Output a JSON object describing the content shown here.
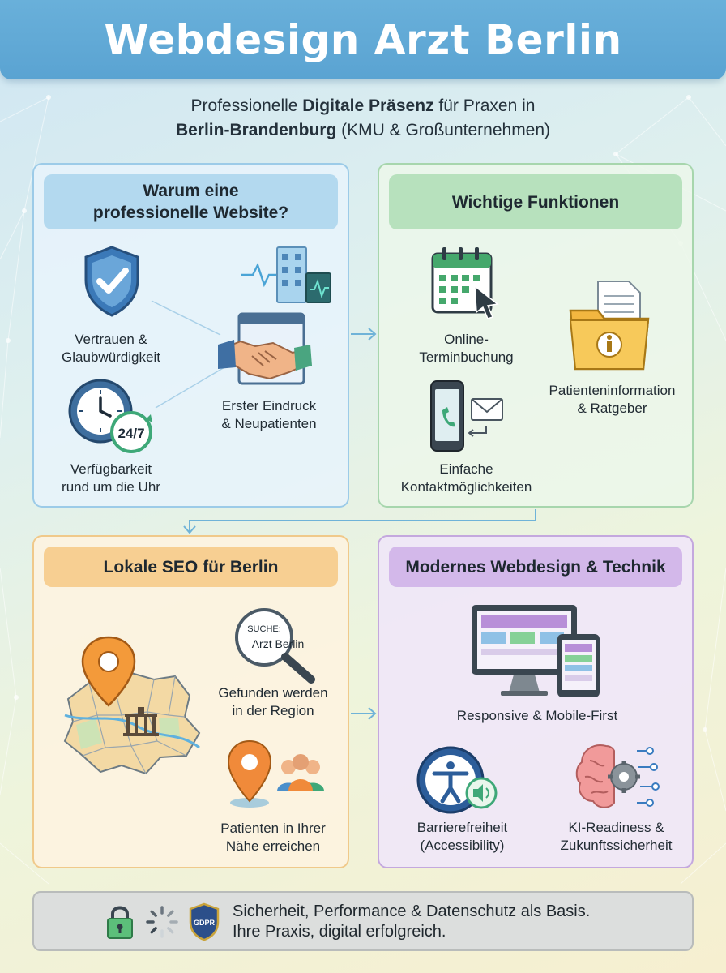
{
  "header": {
    "title": "Webdesign Arzt Berlin"
  },
  "subtitle": {
    "p1": "Professionelle ",
    "b1": "Digitale Präsenz",
    "p2": " für Praxen in",
    "b2": "Berlin-Brandenburg",
    "p3": " (KMU & Großunternehmen)"
  },
  "panel_why": {
    "title_l1": "Warum eine",
    "title_l2": "professionelle Website?",
    "items": [
      {
        "l1": "Vertrauen &",
        "l2": "Glaubwürdigkeit"
      },
      {
        "l1": "Erster Eindruck",
        "l2": "& Neupatienten"
      },
      {
        "l1": "Verfügbarkeit",
        "l2": "rund um die Uhr"
      }
    ],
    "clock_badge": "24/7"
  },
  "panel_functions": {
    "title": "Wichtige Funktionen",
    "items": [
      {
        "l1": "Online-",
        "l2": "Terminbuchung"
      },
      {
        "l1": "Patienteninformation",
        "l2": "& Ratgeber"
      },
      {
        "l1": "Einfache",
        "l2": "Kontaktmöglichkeiten"
      }
    ]
  },
  "panel_seo": {
    "title": "Lokale SEO für Berlin",
    "search_label": "SUCHE:",
    "search_term": "Arzt Berlin",
    "items": [
      {
        "l1": "Gefunden werden",
        "l2": "in der Region"
      },
      {
        "l1": "Patienten in Ihrer",
        "l2": "Nähe erreichen"
      }
    ]
  },
  "panel_tech": {
    "title": "Modernes Webdesign & Technik",
    "items": [
      {
        "l1": "Responsive & Mobile-First"
      },
      {
        "l1": "Barrierefreiheit",
        "l2": "(Accessibility)"
      },
      {
        "l1": "KI-Readiness &",
        "l2": "Zukunftssicherheit"
      }
    ]
  },
  "footer": {
    "line1": "Sicherheit, Performance & Datenschutz als Basis.",
    "line2": "Ihre Praxis, digital erfolgreich.",
    "gdpr_label": "GDPR"
  },
  "colors": {
    "header": "#5aa3d2",
    "blue_panel": "#b3d9ef",
    "green_panel": "#b7e1bd",
    "orange_panel": "#f7cf92",
    "purple_panel": "#d3b8ea",
    "connector": "#6fb3d8"
  },
  "icons": [
    "shield-check-icon",
    "hospital-building-icon",
    "handshake-icon",
    "clock-icon",
    "calendar-icon",
    "folder-info-icon",
    "phone-mail-icon",
    "berlin-map-icon",
    "search-magnifier-icon",
    "location-people-icon",
    "monitor-tablet-icon",
    "accessibility-icon",
    "ai-brain-icon",
    "padlock-icon",
    "loading-spinner-icon",
    "gdpr-shield-icon"
  ]
}
